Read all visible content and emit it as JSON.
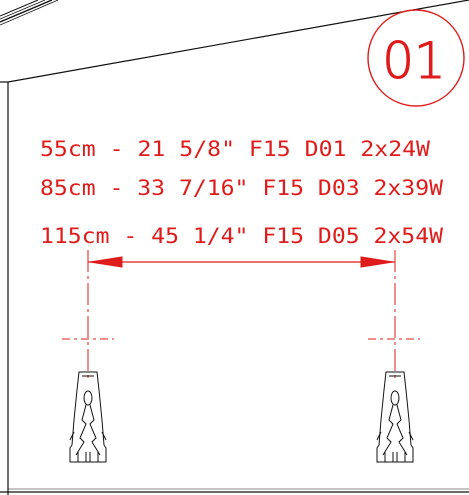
{
  "badge": {
    "number": "01"
  },
  "spec_lines": [
    "55cm  -  21  5/8\"   F15  D01  2x24W",
    "85cm  -  33  7/16\"   F15  D03  2x39W",
    "115cm  -  45  1/4\"   F15  D05  2x54W"
  ],
  "colors": {
    "annotation": "#e01b1b",
    "line": "#111111",
    "centerline": "#e01b1b"
  },
  "icons": {
    "left_anchor": "wall-plug-anchor-icon",
    "right_anchor": "wall-plug-anchor-icon"
  }
}
